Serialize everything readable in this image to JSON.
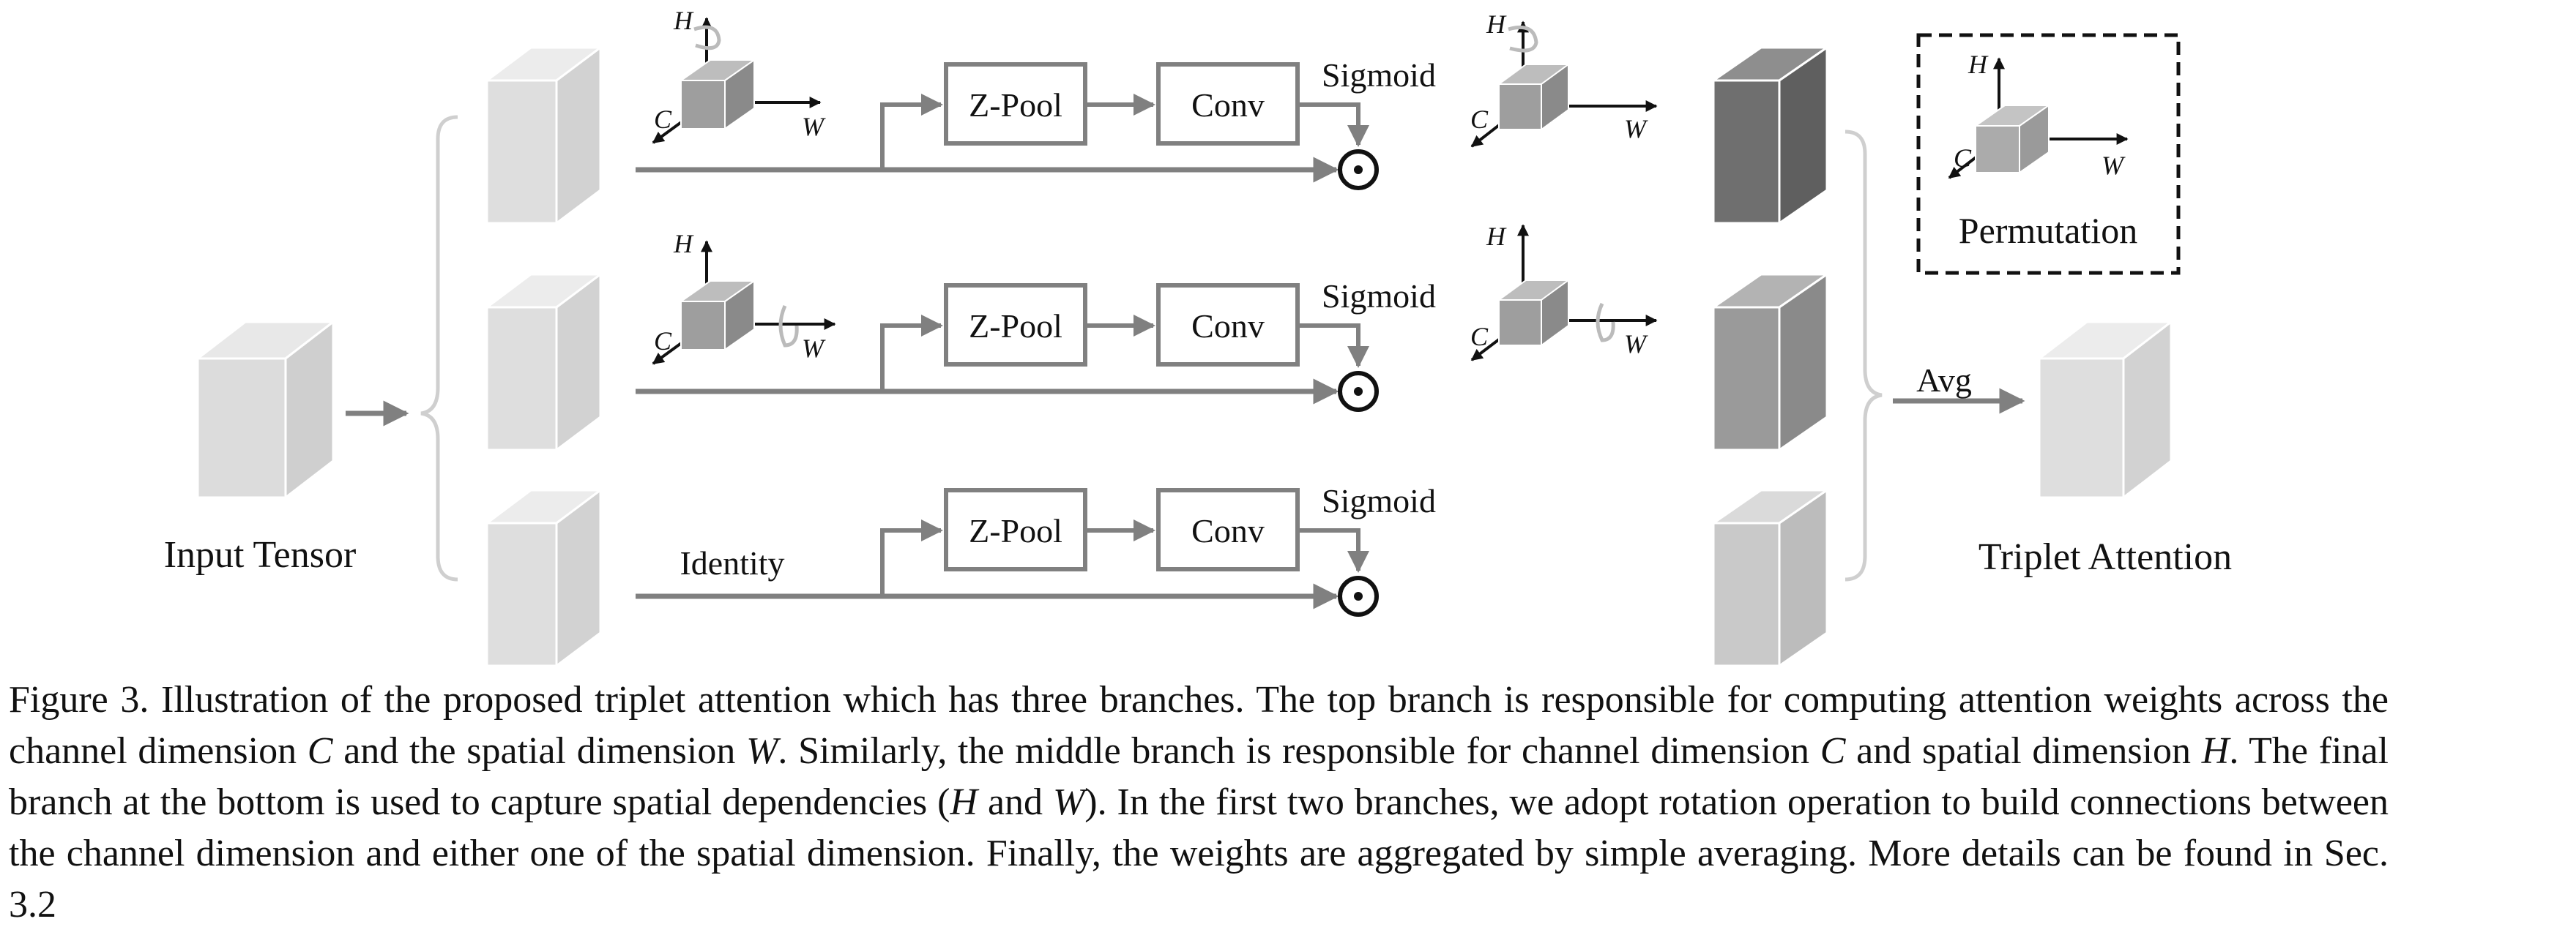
{
  "diagram": {
    "input_label": "Input Tensor",
    "output_label": "Triplet Attention",
    "avg_label": "Avg",
    "permutation_label": "Permutation",
    "axes": {
      "h": "H",
      "c": "C",
      "w": "W"
    },
    "branches": [
      {
        "zpool": "Z-Pool",
        "conv": "Conv",
        "sigmoid": "Sigmoid",
        "identity": ""
      },
      {
        "zpool": "Z-Pool",
        "conv": "Conv",
        "sigmoid": "Sigmoid",
        "identity": ""
      },
      {
        "zpool": "Z-Pool",
        "conv": "Conv",
        "sigmoid": "Sigmoid",
        "identity": "Identity"
      }
    ],
    "colors": {
      "light_cube": "#d9d9d9",
      "output_top": "#6f6f6f",
      "output_mid": "#9a9a9a",
      "output_bot": "#c9c9c9",
      "small_cube": "#9e9e9e",
      "line": "#808080"
    }
  },
  "caption": {
    "p1": "Figure 3. Illustration of the proposed triplet attention which has three branches. The top branch is responsible for computing attention weights across the channel dimension ",
    "v1": "C",
    "p2": " and the spatial dimension ",
    "v2": "W",
    "p3": ". Similarly, the middle branch is responsible for channel dimension ",
    "v3": "C",
    "p4": " and spatial dimension ",
    "v4": "H",
    "p5": ". The final branch at the bottom is used to capture spatial dependencies (",
    "v5": "H",
    "p6": " and ",
    "v6": "W",
    "p7": "). In the first two branches, we adopt rotation operation to build connections between the channel dimension and either one of the spatial dimension. Finally, the weights are aggregated by simple averaging. More details can be found in Sec. 3.2"
  }
}
